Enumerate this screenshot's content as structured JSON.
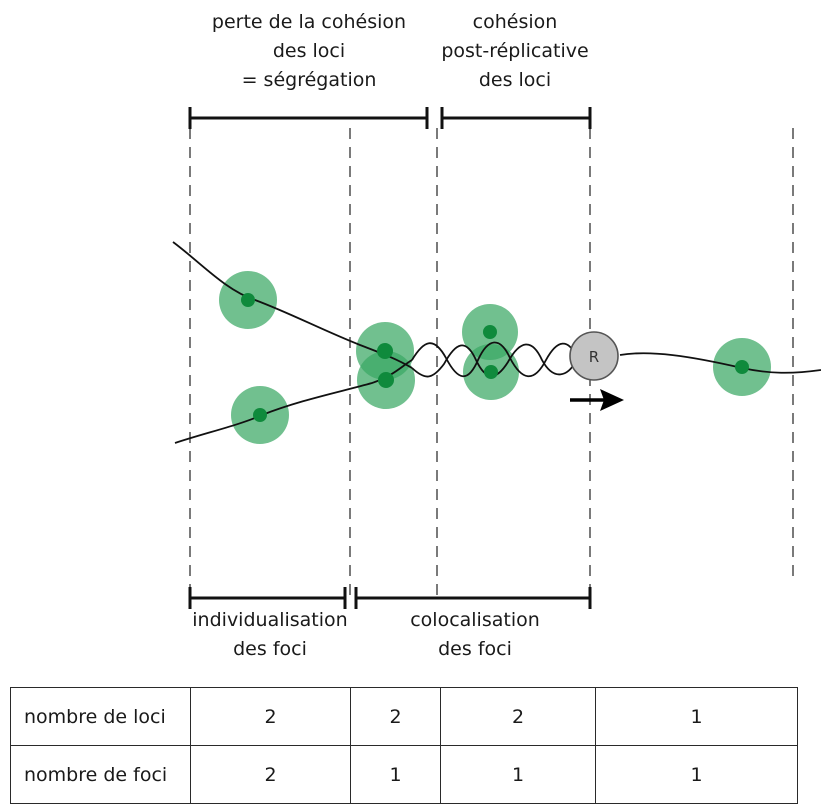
{
  "labels": {
    "top_left": [
      "perte de la cohésion",
      "des loci",
      "= ségrégation"
    ],
    "top_right": [
      "cohésion",
      "post-réplicative",
      "des loci"
    ],
    "bottom_left": [
      "individualisation",
      "des foci"
    ],
    "bottom_right": [
      "colocalisation",
      "des foci"
    ]
  },
  "replisome_label": "R",
  "colors": {
    "focus_halo": "#3aa864",
    "focus_core": "#0f8a3c",
    "replisome_fill": "#c4c4c4",
    "line": "#111111"
  },
  "table": {
    "rows": [
      {
        "header": "nombre de loci",
        "values": [
          "2",
          "2",
          "2",
          "1"
        ]
      },
      {
        "header": "nombre de foci",
        "values": [
          "2",
          "1",
          "1",
          "1"
        ]
      }
    ]
  }
}
